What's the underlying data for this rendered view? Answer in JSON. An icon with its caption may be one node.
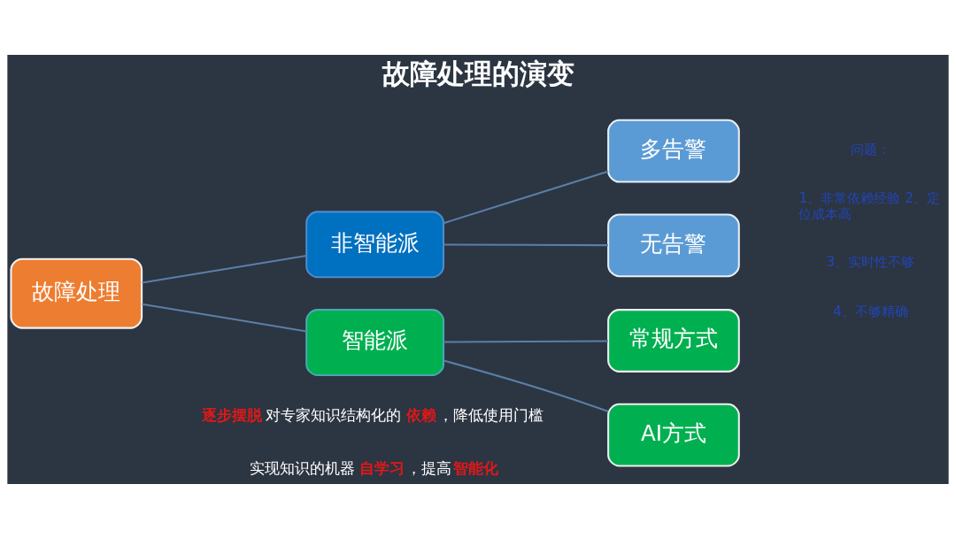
{
  "diagram": {
    "title": "故障处理的演变",
    "nodes": [
      {
        "text": [
          "故障处理"
        ]
      },
      {
        "text": [
          "非智能派"
        ]
      },
      {
        "text": [
          "多告警"
        ]
      },
      {
        "text": [
          "无告警"
        ]
      },
      {
        "text": [
          "智能派"
        ]
      },
      {
        "text": [
          "常规方式"
        ]
      },
      {
        "text": [
          "AI方式"
        ]
      }
    ],
    "edges": [
      {
        "from": 0,
        "to": 1,
        "arrow": "none"
      },
      {
        "from": 1,
        "to": 2,
        "arrow": "none"
      },
      {
        "from": 1,
        "to": 3,
        "arrow": "none"
      },
      {
        "from": 0,
        "to": 4,
        "arrow": "none"
      },
      {
        "from": 4,
        "to": 5,
        "arrow": "none"
      },
      {
        "from": 4,
        "to": 6,
        "arrow": "none"
      }
    ],
    "labels": [
      "问题：",
      "1、非常依赖经验 2、定位成本高",
      "3、实时性不够",
      "4、不够精确",
      "**逐步摆脱**对专家知识结构化的**依赖**，降低使用门槛",
      "实现知识的机器**自学习**，提高**智能化**"
    ]
  }
}
